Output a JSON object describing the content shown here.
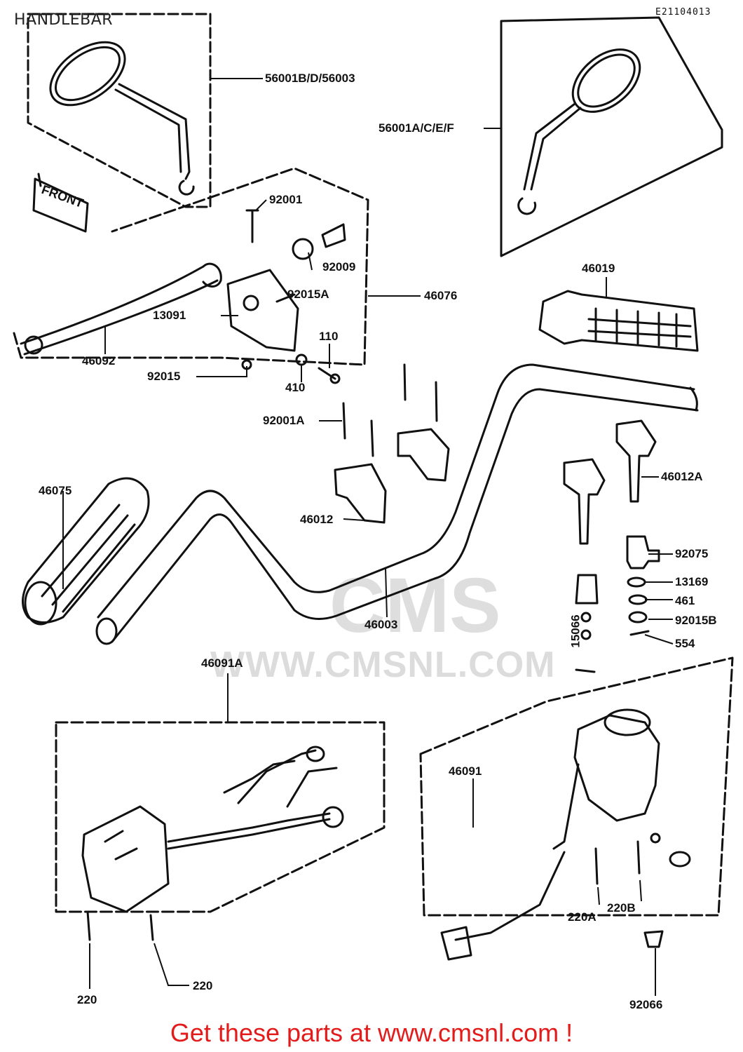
{
  "header": {
    "title": "HANDLEBAR",
    "diagram_code": "E21104013"
  },
  "watermark": {
    "brand": "CMS",
    "url": "WWW.CMSNL.COM"
  },
  "front_label": "FRONT",
  "parts": [
    {
      "id": "p56001b",
      "label": "56001B/D/56003"
    },
    {
      "id": "p56001a",
      "label": "56001A/C/E/F"
    },
    {
      "id": "p92001",
      "label": "92001"
    },
    {
      "id": "p92009",
      "label": "92009"
    },
    {
      "id": "p92015a",
      "label": "92015A"
    },
    {
      "id": "p46076",
      "label": "46076"
    },
    {
      "id": "p13091",
      "label": "13091"
    },
    {
      "id": "p46092",
      "label": "46092"
    },
    {
      "id": "p92015",
      "label": "92015"
    },
    {
      "id": "p110",
      "label": "110"
    },
    {
      "id": "p410",
      "label": "410"
    },
    {
      "id": "p46019",
      "label": "46019"
    },
    {
      "id": "p92001a",
      "label": "92001A"
    },
    {
      "id": "p46075",
      "label": "46075"
    },
    {
      "id": "p46012",
      "label": "46012"
    },
    {
      "id": "p46012a",
      "label": "46012A"
    },
    {
      "id": "p92075",
      "label": "92075"
    },
    {
      "id": "p13169",
      "label": "13169"
    },
    {
      "id": "p461",
      "label": "461"
    },
    {
      "id": "p92015b",
      "label": "92015B"
    },
    {
      "id": "p554",
      "label": "554"
    },
    {
      "id": "p46003",
      "label": "46003"
    },
    {
      "id": "p15066",
      "label": "15066"
    },
    {
      "id": "p46091a",
      "label": "46091A"
    },
    {
      "id": "p46091",
      "label": "46091"
    },
    {
      "id": "p220a",
      "label": "220A"
    },
    {
      "id": "p220b",
      "label": "220B"
    },
    {
      "id": "p220l",
      "label": "220"
    },
    {
      "id": "p220r",
      "label": "220"
    },
    {
      "id": "p92066",
      "label": "92066"
    }
  ],
  "footer": {
    "text": "Get these parts at www.cmsnl.com !",
    "color": "#e31b1b"
  }
}
